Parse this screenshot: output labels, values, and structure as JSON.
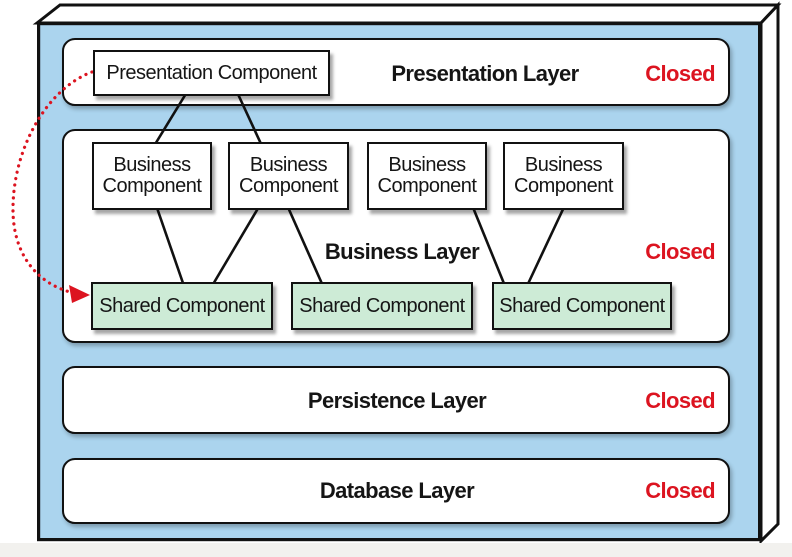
{
  "figure": {
    "type": "layered-architecture-diagram",
    "layers": [
      {
        "id": "presentation",
        "name": "Presentation Layer",
        "status": "Closed"
      },
      {
        "id": "business",
        "name": "Business Layer",
        "status": "Closed"
      },
      {
        "id": "persistence",
        "name": "Persistence Layer",
        "status": "Closed"
      },
      {
        "id": "database",
        "name": "Database Layer",
        "status": "Closed"
      }
    ],
    "components": {
      "presentation_component": "Presentation Component",
      "business_components": [
        "Business Component",
        "Business Component",
        "Business Component",
        "Business Component"
      ],
      "shared_components": [
        "Shared Component",
        "Shared Component",
        "Shared Component"
      ]
    },
    "edges": [
      {
        "from": "presentation-component",
        "to": "business-component-1"
      },
      {
        "from": "presentation-component",
        "to": "business-component-2"
      },
      {
        "from": "business-component-1",
        "to": "shared-component-1"
      },
      {
        "from": "business-component-2",
        "to": "shared-component-1"
      },
      {
        "from": "business-component-2",
        "to": "shared-component-2"
      },
      {
        "from": "business-component-3",
        "to": "shared-component-3"
      },
      {
        "from": "business-component-4",
        "to": "shared-component-3"
      }
    ],
    "annotation_arrow": {
      "from": "presentation-component",
      "to": "shared-component-1",
      "style": "red-dotted-curve"
    },
    "colors": {
      "box_fill": "#abd4ee",
      "shared_component_fill": "#cdebd6",
      "status_red": "#dc1420",
      "line_black": "#111111"
    }
  }
}
